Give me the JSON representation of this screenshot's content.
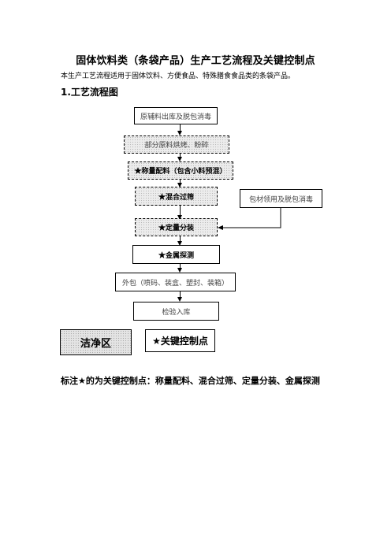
{
  "doc": {
    "title": "固体饮料类（条袋产品）生产工艺流程及关键控制点",
    "intro": "本生产工艺流程适用于固体饮料、方便食品、特殊膳食食品类的条袋产品。",
    "section_heading": "1.工艺流程图"
  },
  "flow": {
    "step1": "原辅料出库及脱包消毒",
    "step2": "部分原料烘烤、粉碎",
    "step3": "★称量配料（包含小料预混）",
    "step4": "★混合过筛",
    "step5": "★定量分装",
    "step6": "★金属探测",
    "step7": "外包（喷码、装盒、塑封、装箱）",
    "step8": "检验入库",
    "side": "包材领用及脱包消毒"
  },
  "legend": {
    "clean_zone": "洁净区",
    "key_point": "★关键控制点"
  },
  "note": "标注★的为关键控制点：称量配料、混合过筛、定量分装、金属探测"
}
